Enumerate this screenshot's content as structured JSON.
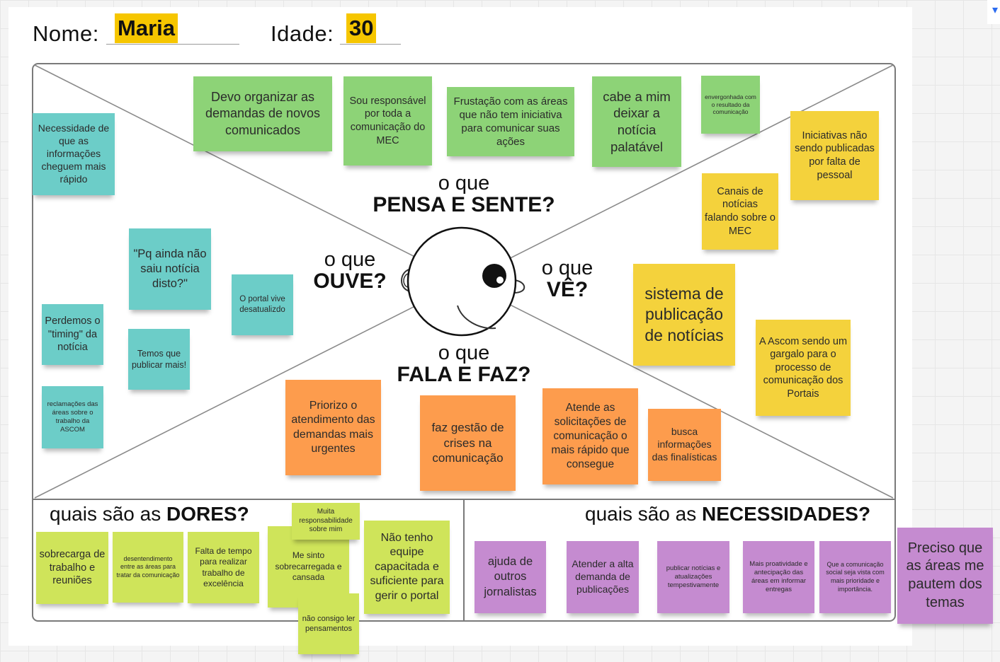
{
  "header": {
    "name_label": "Nome:",
    "name_value": "Maria",
    "age_label": "Idade:",
    "age_value": "30"
  },
  "questions": {
    "thinks": {
      "small": "o que",
      "big": "PENSA E SENTE?"
    },
    "hears": {
      "small": "o que",
      "big": "OUVE?"
    },
    "sees": {
      "small": "o que",
      "big": "VÊ?"
    },
    "says": {
      "small": "o que",
      "big": "FALA E FAZ?"
    }
  },
  "sections": {
    "pains": {
      "prefix": "quais são as ",
      "bold": "DORES?"
    },
    "needs": {
      "prefix": "quais são as ",
      "bold": "NECESSIDADES?"
    }
  },
  "colors": {
    "green": "#8dd377",
    "teal": "#6ccdc8",
    "yellow": "#f4d23c",
    "orange": "#fd9c4d",
    "lime": "#cfe45a",
    "purple": "#c58bd0",
    "highlight": "#f6c600"
  },
  "notes": {
    "think_1": "Devo organizar as demandas de novos comunicados",
    "think_2": "Sou responsável por toda a comunicação do MEC",
    "think_3": "Frustação com as áreas que não tem iniciativa para comunicar suas ações",
    "think_4": "cabe a mim deixar a notícia palatável",
    "think_5": "envergonhada com o resultado da comunicação",
    "hear_1": "Necessidade de que as informações cheguem mais rápido",
    "hear_2": "\"Pq ainda não saiu notícia disto?\"",
    "hear_3": "O portal vive desatualizdo",
    "hear_4": "Perdemos o \"timing\" da notícia",
    "hear_5": "Temos que publicar mais!",
    "hear_6": "reclamações das áreas sobre o trabalho da ASCOM",
    "see_1": "Iniciativas não sendo publicadas por falta de pessoal",
    "see_2": "Canais de notícias falando sobre o MEC",
    "see_3": "sistema de publicação de notícias",
    "see_4": "A Ascom sendo um gargalo para o processo de comunicação dos Portais",
    "do_1": "Priorizo o atendimento das demandas mais urgentes",
    "do_2": "faz gestão de crises na comunicação",
    "do_3": "Atende as solicitações de comunicação o mais rápido que consegue",
    "do_4": "busca informações das finalísticas",
    "pain_1": "sobrecarga de trabalho e reuniões",
    "pain_2": "desentendimento entre as áreas para tratar da comunicação",
    "pain_3": "Falta de tempo para realizar trabalho de excelência",
    "pain_4": "Me sinto sobrecarregada e cansada",
    "pain_5": "Muita responsabilidade sobre mim",
    "pain_6": "Não tenho equipe capacitada e suficiente para gerir o portal",
    "pain_7": "não consigo ler pensamentos",
    "need_1": "ajuda de outros jornalistas",
    "need_2": "Atender a alta demanda de publicações",
    "need_3": "publicar notícias e atualizações tempestivamente",
    "need_4": "Mais proatividade e antecipação das áreas em informar entregas",
    "need_5": "Que a comunicação social seja vista com mais prioridade e importância.",
    "need_6": "Preciso que as áreas me pautem dos temas"
  }
}
